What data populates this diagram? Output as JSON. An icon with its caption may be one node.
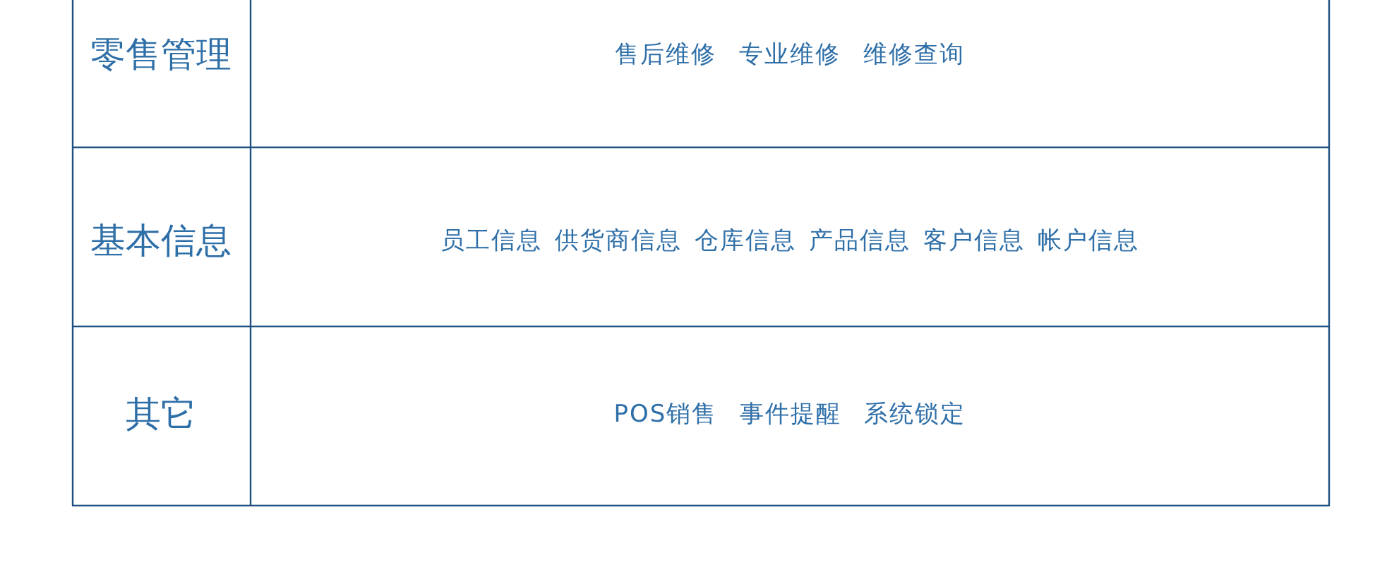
{
  "diagram": {
    "labels": [
      "零售管理",
      "售后维修",
      "专业维修",
      "维修查询",
      "基本信息",
      "员工信息",
      "供货商信息",
      "仓库信息",
      "产品信息",
      "客户信息",
      "帐户信息",
      "其它",
      "POS销售",
      "事件提醒",
      "系统锁定"
    ]
  }
}
